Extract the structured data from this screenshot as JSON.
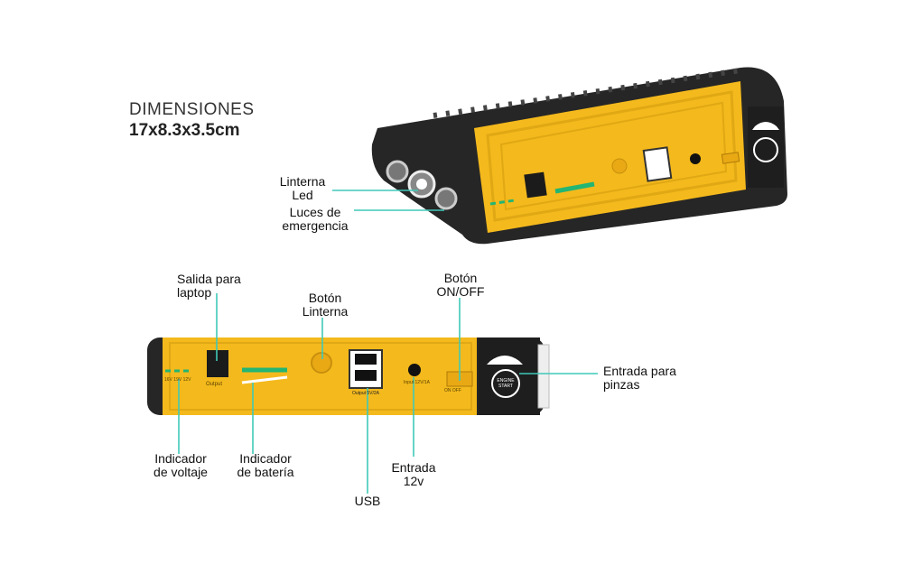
{
  "header": {
    "title": "DIMENSIONES",
    "value": "17x8.3x3.5cm"
  },
  "labels": {
    "linterna": [
      "Linterna",
      "Led"
    ],
    "luces": [
      "Luces de",
      "emergencia"
    ],
    "salida": [
      "Salida para",
      "laptop"
    ],
    "boton_linterna": [
      "Botón",
      "Linterna"
    ],
    "boton_onoff": [
      "Botón",
      "ON/OFF"
    ],
    "entrada_pinzas": [
      "Entrada para",
      "pinzas"
    ],
    "indicador_voltaje": [
      "Indicador",
      "de voltaje"
    ],
    "indicador_bateria": [
      "Indicador",
      "de batería"
    ],
    "usb": "USB",
    "entrada_12v": [
      "Entrada",
      "12v"
    ]
  },
  "device_text": {
    "output": "Output",
    "usb_output": "Output 5V/2A",
    "input": "Input 12V/1A",
    "voltage_marks": [
      "16V",
      "19V",
      "12V"
    ],
    "onoff": [
      "ON",
      "OFF"
    ],
    "engine": [
      "ENGINE",
      "START"
    ]
  },
  "colors": {
    "yellow": "#f4b91c",
    "dark": "#2b2b2b",
    "teal": "#3fc9b8",
    "green": "#22b573"
  }
}
